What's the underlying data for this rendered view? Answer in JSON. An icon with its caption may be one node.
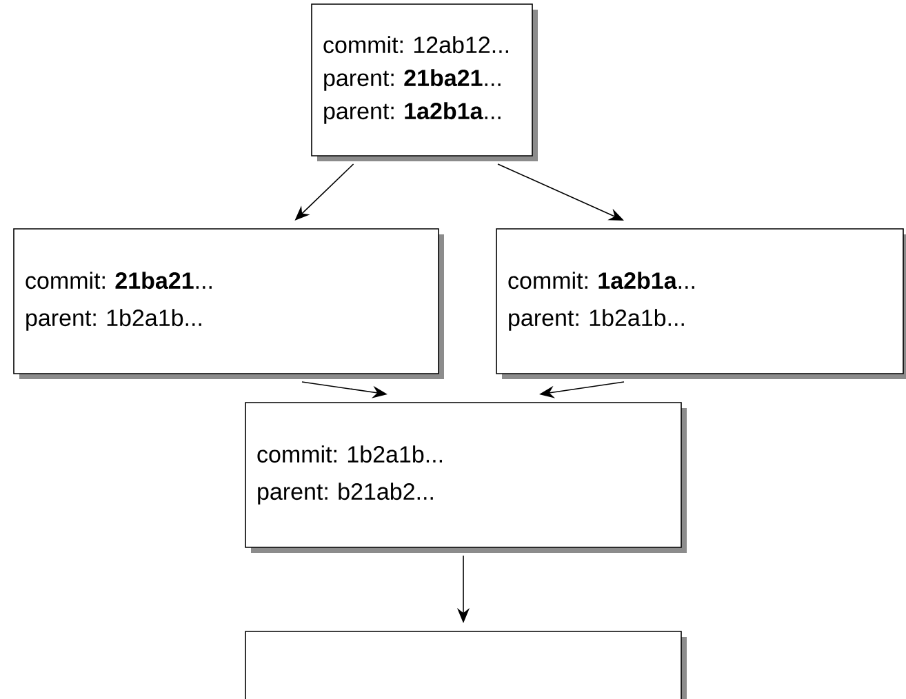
{
  "diagram": {
    "nodes": [
      {
        "text": [
          "commit: 12ab12...",
          "parent: **21ba21**...",
          "parent: **1a2b1a**..."
        ]
      },
      {
        "text": [
          "commit: **21ba21**...",
          "parent: 1b2a1b..."
        ]
      },
      {
        "text": [
          "commit: **1a2b1a**...",
          "parent: 1b2a1b..."
        ]
      },
      {
        "text": [
          "commit: 1b2a1b...",
          "parent: b21ab2..."
        ]
      },
      {
        "text": [],
        "shape": "box"
      }
    ],
    "edges": [
      {
        "from": 0,
        "to": 1,
        "arrow": "to"
      },
      {
        "from": 0,
        "to": 2,
        "arrow": "to"
      },
      {
        "from": 1,
        "to": 3,
        "arrow": "to"
      },
      {
        "from": 2,
        "to": 3,
        "arrow": "to"
      },
      {
        "from": 3,
        "to": 4,
        "arrow": "to"
      }
    ]
  }
}
